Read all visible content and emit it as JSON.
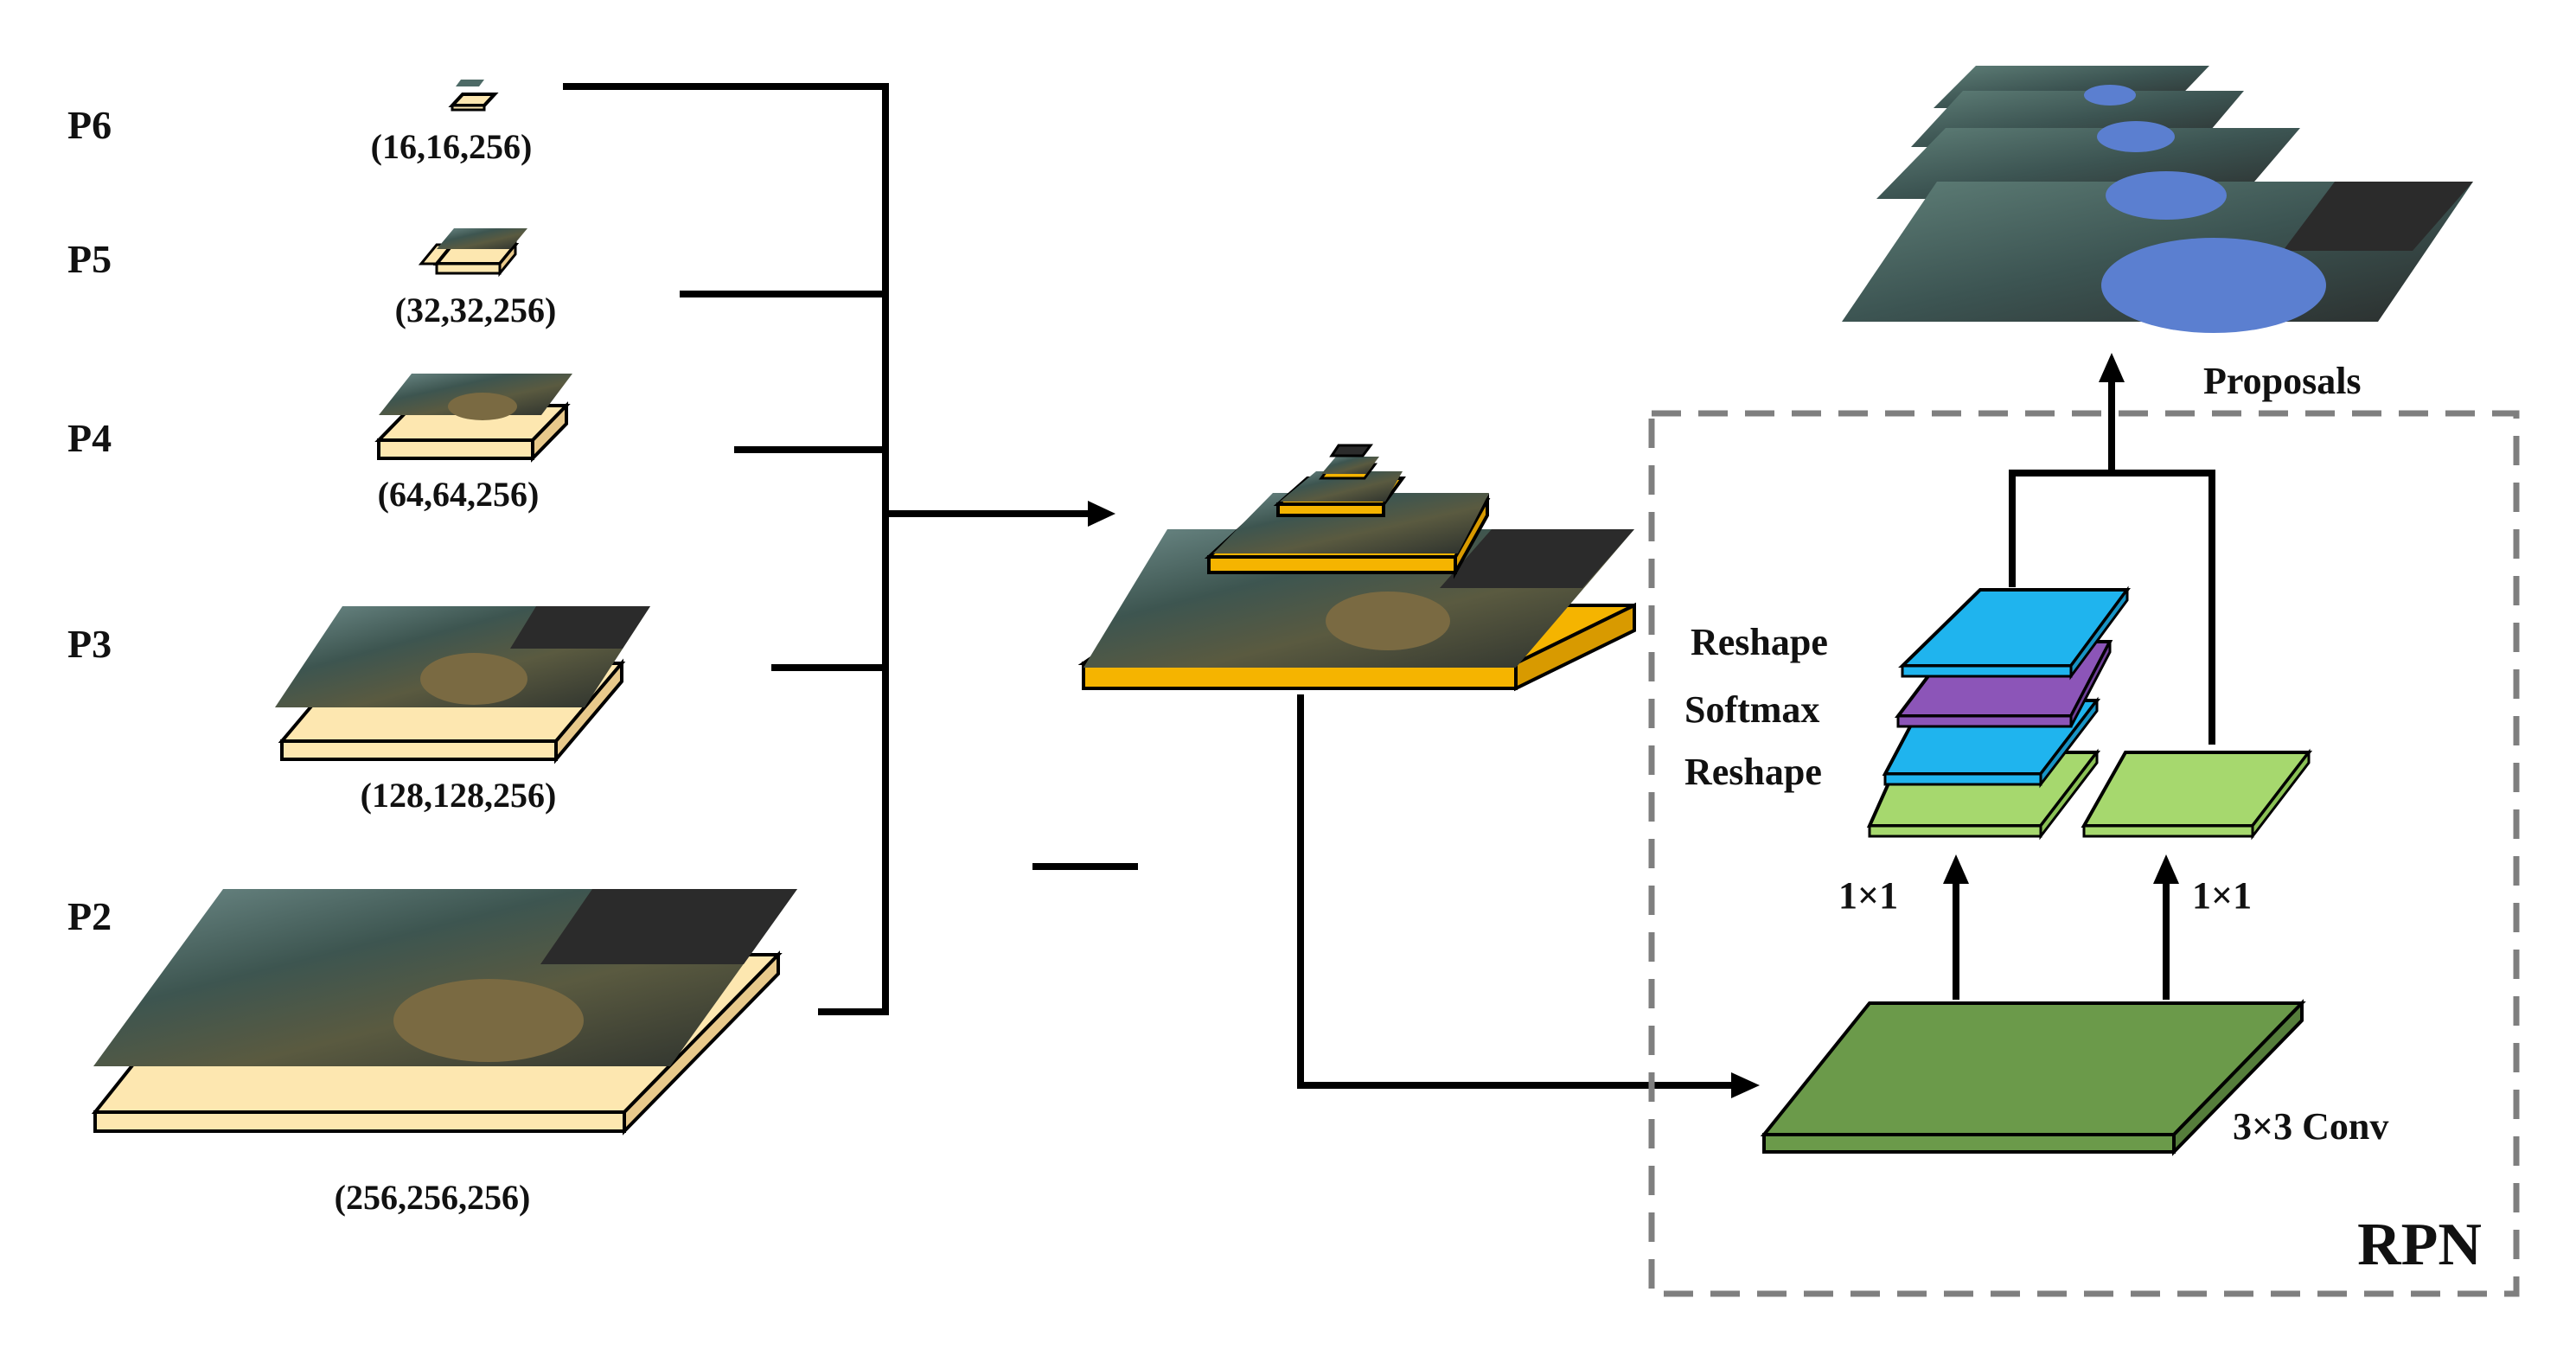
{
  "pyramid_levels": [
    {
      "id": "P6",
      "label": "P6",
      "shape": "(16,16,256)"
    },
    {
      "id": "P5",
      "label": "P5",
      "shape": "(32,32,256)"
    },
    {
      "id": "P4",
      "label": "P4",
      "shape": "(64,64,256)"
    },
    {
      "id": "P3",
      "label": "P3",
      "shape": "(128,128,256)"
    },
    {
      "id": "P2",
      "label": "P2",
      "shape": "(256,256,256)"
    }
  ],
  "rpn": {
    "title": "RPN",
    "conv_label": "3×3 Conv",
    "left_1x1_label": "1×1",
    "right_1x1_label": "1×1",
    "reshape_top_label": "Reshape",
    "softmax_label": "Softmax",
    "reshape_bottom_label": "Reshape",
    "output_label": "Proposals"
  },
  "colors": {
    "feature_base": "#fde7b0",
    "merged_base": "#f5b400",
    "conv": "#6b9a4a",
    "one_by_one": "#a6d86e",
    "reshape": "#1fb4ee",
    "softmax": "#8c55b8",
    "rpn_border": "#7f7f7f",
    "proposal_box": "#5b7fd0"
  }
}
